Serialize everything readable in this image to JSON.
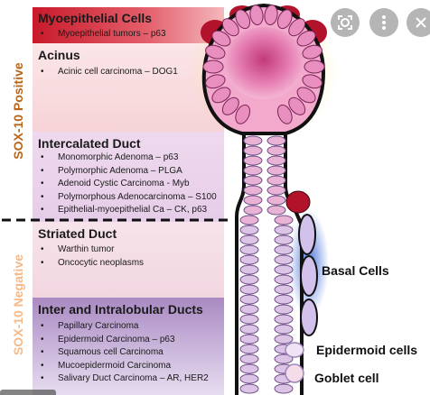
{
  "side_labels": {
    "positive": "SOX-10 Positive",
    "negative": "SOX-10 Negative"
  },
  "colors": {
    "positive_label": "#b8651b",
    "negative_label": "#f3b98a",
    "myoepithelial_band": "#c8192a",
    "acinus_band": "#f3c9cc",
    "intercalated_band": "#ead2ea",
    "striated_band": "#f4dde4",
    "inter_band": "#b498c9",
    "acinus_cell": "#e98fc0",
    "duct_cell": "#dcc4e6",
    "outline": "#111111",
    "basal_glow": "#2f5fd6",
    "cap_cell": "#b3122b"
  },
  "bands": {
    "myoepithelial": {
      "title": "Myoepithelial Cells",
      "items": [
        "Myoepithelial tumors – p63"
      ]
    },
    "acinus": {
      "title": "Acinus",
      "items": [
        "Acinic cell carcinoma – DOG1"
      ]
    },
    "intercalated": {
      "title": "Intercalated Duct",
      "items": [
        "Monomorphic Adenoma – p63",
        "Polymorphic Adenoma – PLGA",
        "Adenoid Cystic Carcinoma - Myb",
        "Polymorphous Adenocarcinoma – S100",
        "Epithelial-myoepithelial Ca – CK, p63"
      ]
    },
    "striated": {
      "title": "Striated Duct",
      "items": [
        "Warthin tumor",
        "Oncocytic neoplasms"
      ]
    },
    "inter_intralobular": {
      "title": "Inter and Intralobular Ducts",
      "items": [
        "Papillary Carcinoma",
        "Epidermoid Carcinoma – p63",
        "Squamous cell Carcinoma",
        "Mucoepidermoid Carcinoma",
        "Salivary Duct Carcinoma – AR, HER2"
      ]
    }
  },
  "right_labels": {
    "basal": "Basal Cells",
    "epidermoid": "Epidermoid cells",
    "goblet": "Goblet cell"
  },
  "controls": {
    "lens_icon": "lens-icon",
    "more_icon": "more-vertical-icon",
    "close_icon": "close-icon"
  }
}
